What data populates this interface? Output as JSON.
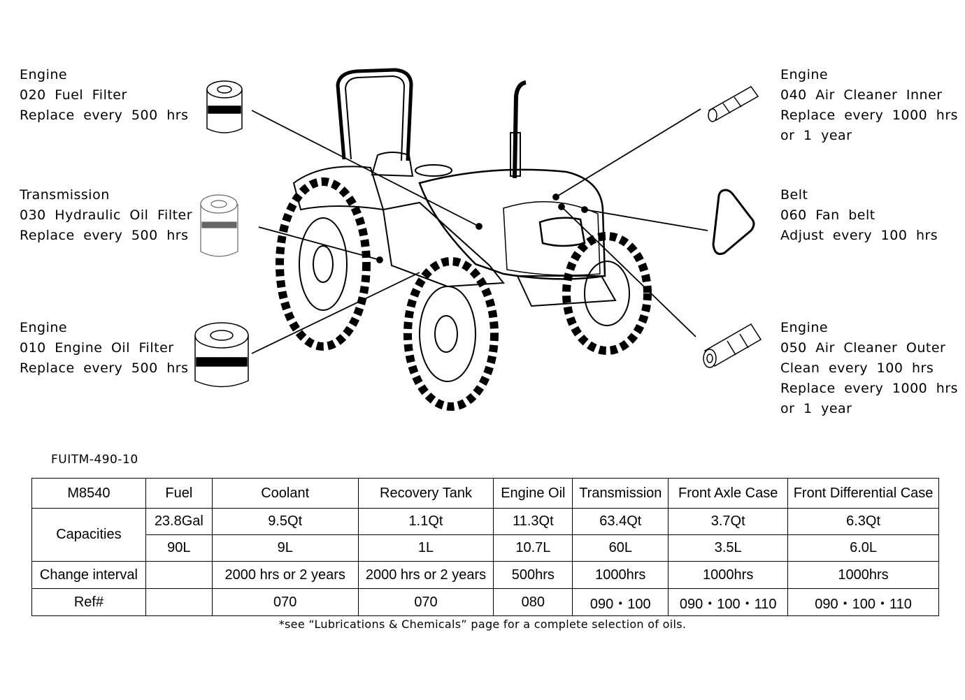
{
  "callouts": {
    "fuel_filter": [
      "Engine",
      "020 Fuel Filter",
      "Replace every 500 hrs"
    ],
    "hydraulic_filter": [
      "Transmission",
      "030 Hydraulic Oil Filter",
      "Replace every 500 hrs"
    ],
    "oil_filter": [
      "Engine",
      "010 Engine Oil Filter",
      "Replace every 500 hrs"
    ],
    "air_inner": [
      "Engine",
      "040 Air Cleaner Inner",
      "Replace every 1000 hrs",
      "or 1 year"
    ],
    "fan_belt": [
      "Belt",
      "060 Fan belt",
      "Adjust every 100 hrs"
    ],
    "air_outer": [
      "Engine",
      "050 Air Cleaner Outer",
      "Clean every 100 hrs",
      "Replace every 1000 hrs",
      "or 1 year"
    ]
  },
  "code": "FUITM-490-10",
  "table": {
    "model": "M8540",
    "headers": [
      "Fuel",
      "Coolant",
      "Recovery Tank",
      "Engine Oil",
      "Transmission",
      "Front Axle Case",
      "Front Differential Case"
    ],
    "capacities_label": "Capacities",
    "cap_us": [
      "23.8Gal",
      "9.5Qt",
      "1.1Qt",
      "11.3Qt",
      "63.4Qt",
      "3.7Qt",
      "6.3Qt"
    ],
    "cap_metric": [
      "90L",
      "9L",
      "1L",
      "10.7L",
      "60L",
      "3.5L",
      "6.0L"
    ],
    "interval_label": "Change interval",
    "interval": [
      "",
      "2000 hrs or 2 years",
      "2000 hrs or 2 years",
      "500hrs",
      "1000hrs",
      "1000hrs",
      "1000hrs"
    ],
    "ref_label": "Ref#",
    "ref": [
      "",
      "070",
      "070",
      "080",
      "090・100",
      "090・100・110",
      "090・100・110"
    ]
  },
  "note": "*see “Lubrications & Chemicals” page for a complete selection of oils."
}
